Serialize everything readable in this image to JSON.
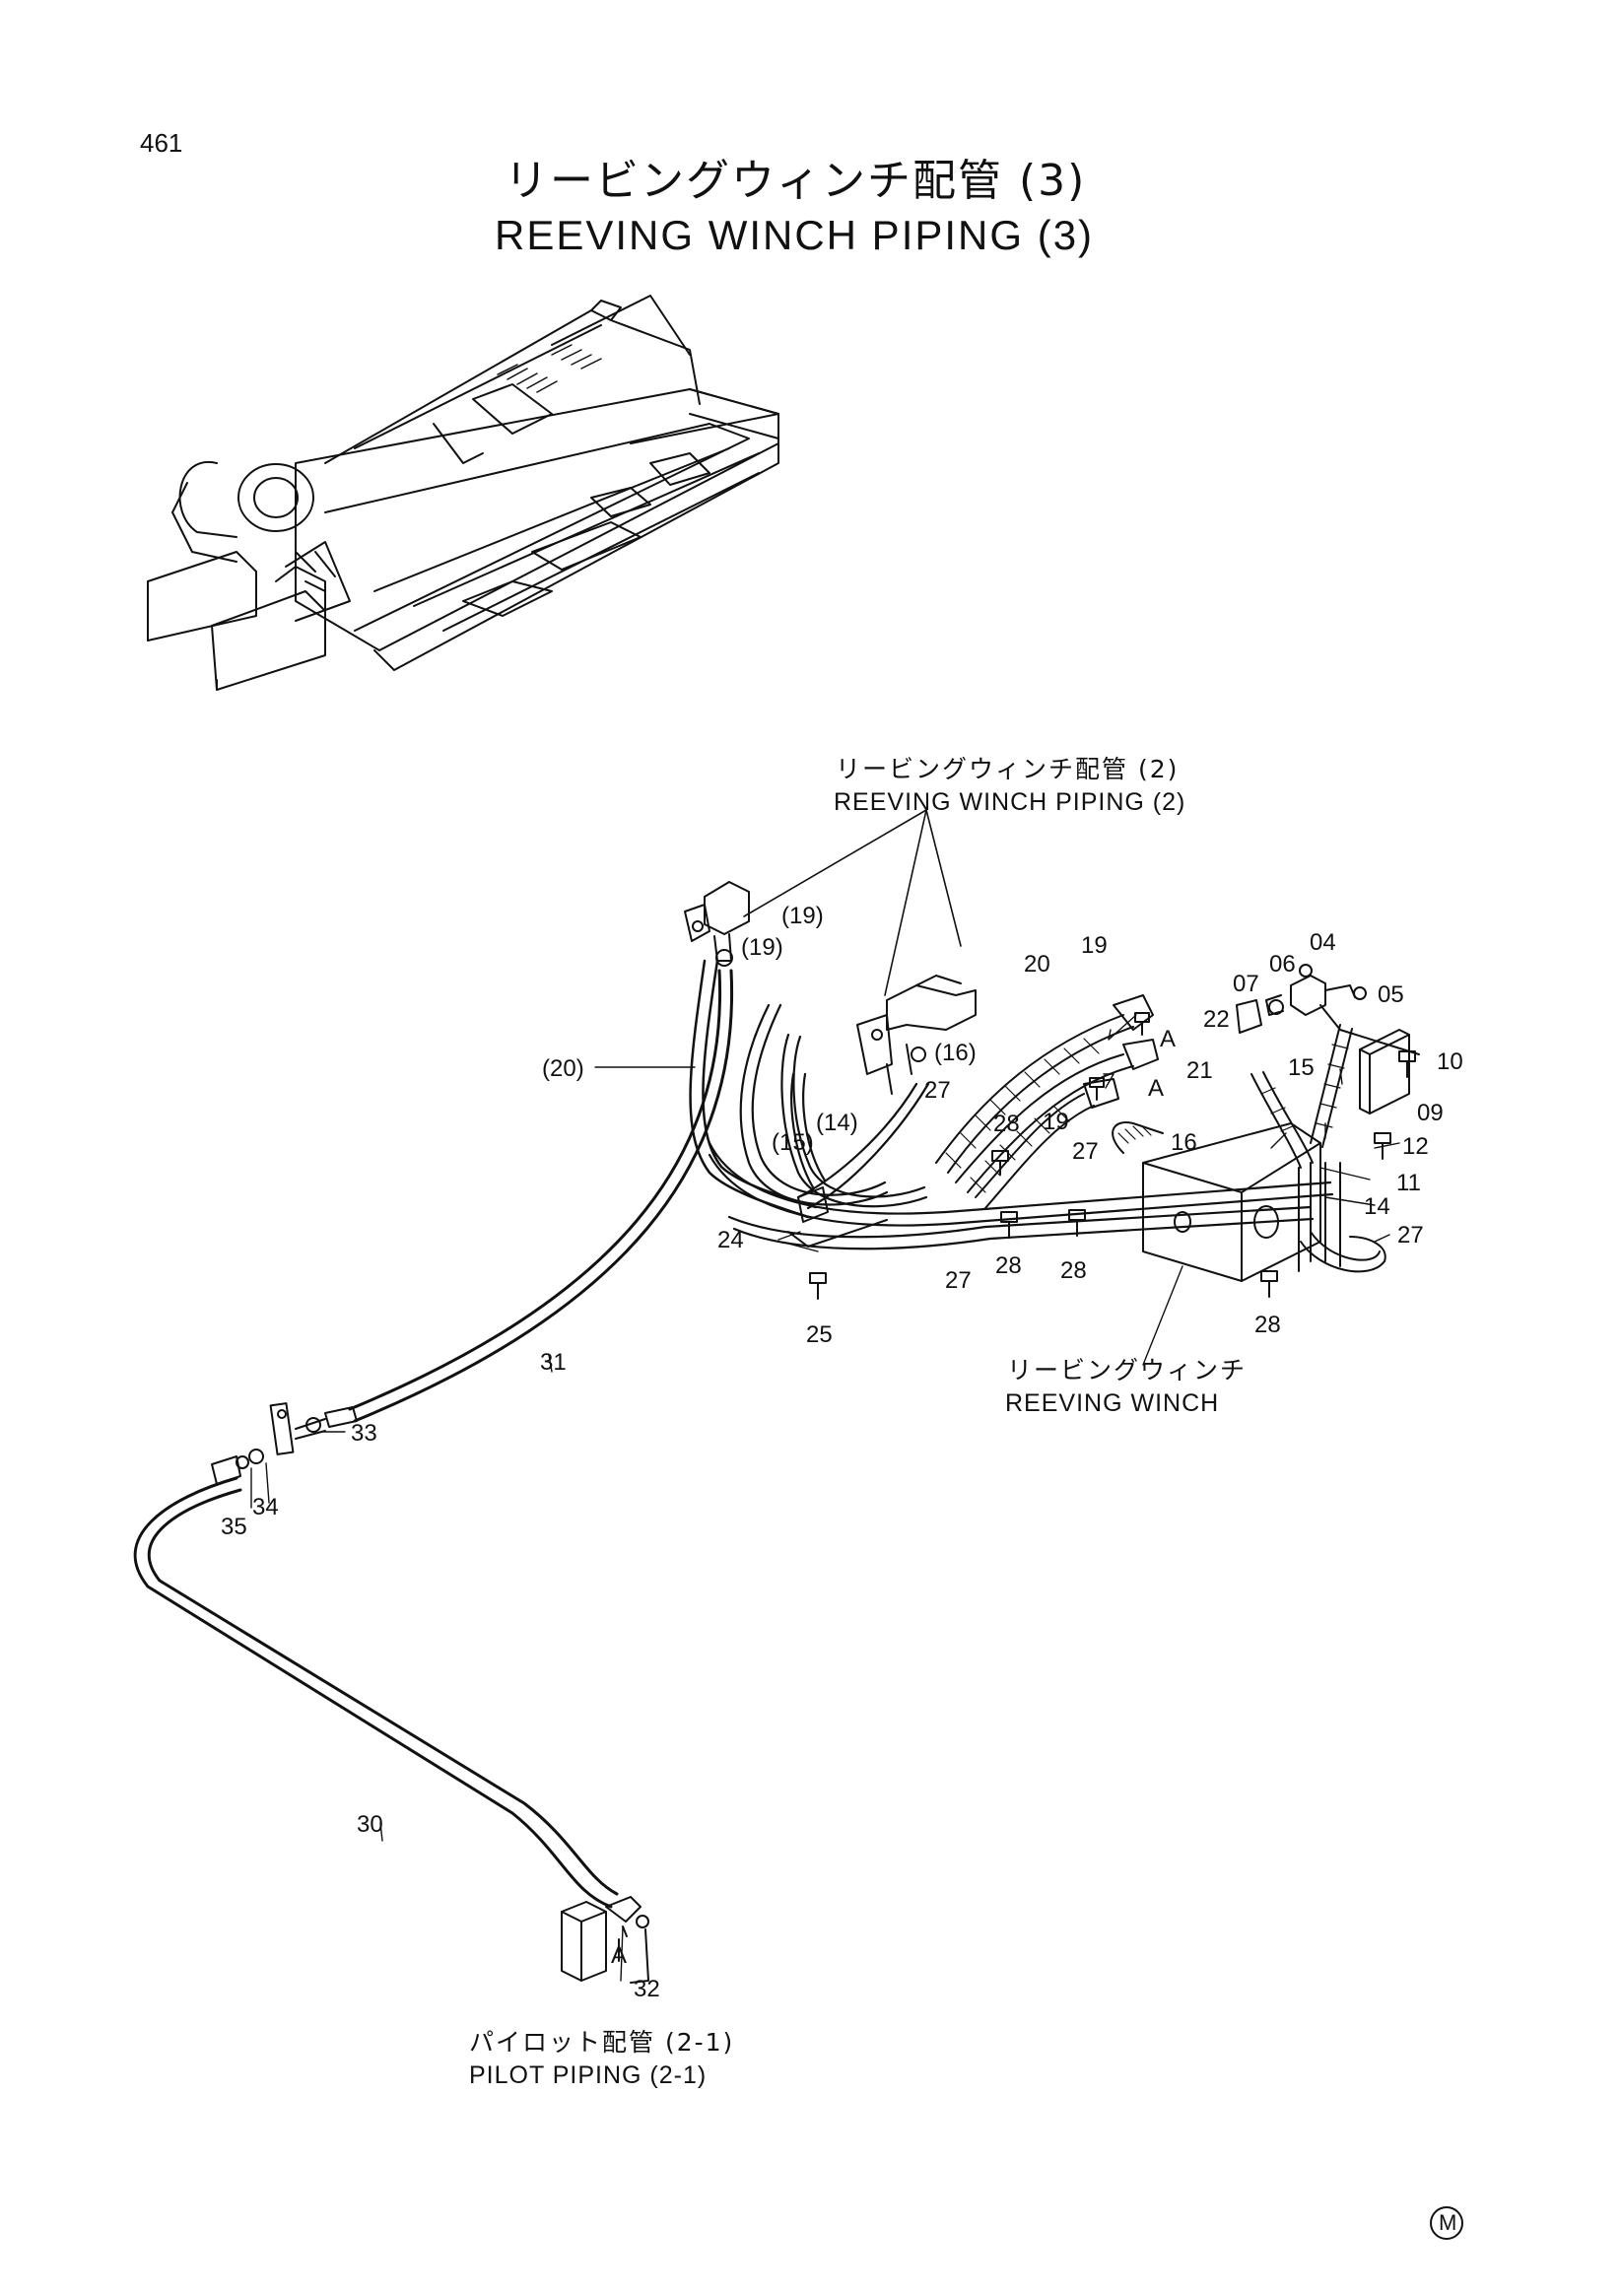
{
  "page_number": "461",
  "title": {
    "jp": "リービングウィンチ配管 (3)",
    "en": "REEVING WINCH PIPING (3)"
  },
  "notes": {
    "piping2_jp": "リービングウィンチ配管 (2)",
    "piping2_en": "REEVING WINCH PIPING (2)",
    "winch_jp": "リービングウィンチ",
    "winch_en": "REEVING WINCH",
    "pilot_jp": "パイロット配管 (2-1)",
    "pilot_en": "PILOT PIPING (2-1)"
  },
  "callouts": [
    {
      "id": "c19a",
      "label": "(19)"
    },
    {
      "id": "c19b",
      "label": "(19)"
    },
    {
      "id": "c20a",
      "label": "(20)"
    },
    {
      "id": "c16a",
      "label": "(16)"
    },
    {
      "id": "c15a",
      "label": "(15)"
    },
    {
      "id": "c14a",
      "label": "(14)"
    },
    {
      "id": "c27a",
      "label": "27"
    },
    {
      "id": "c20",
      "label": "20"
    },
    {
      "id": "c19c",
      "label": "19"
    },
    {
      "id": "c19d",
      "label": "19"
    },
    {
      "id": "c22",
      "label": "22"
    },
    {
      "id": "cA1",
      "label": "A"
    },
    {
      "id": "c21",
      "label": "21"
    },
    {
      "id": "cA2",
      "label": "A"
    },
    {
      "id": "c07",
      "label": "07"
    },
    {
      "id": "c06",
      "label": "06"
    },
    {
      "id": "c04",
      "label": "04"
    },
    {
      "id": "c05",
      "label": "05"
    },
    {
      "id": "c15",
      "label": "15"
    },
    {
      "id": "c10",
      "label": "10"
    },
    {
      "id": "c09",
      "label": "09"
    },
    {
      "id": "c12",
      "label": "12"
    },
    {
      "id": "c16",
      "label": "16"
    },
    {
      "id": "c11",
      "label": "11"
    },
    {
      "id": "c14",
      "label": "14"
    },
    {
      "id": "c27b",
      "label": "27"
    },
    {
      "id": "c27c",
      "label": "27"
    },
    {
      "id": "c27d",
      "label": "27"
    },
    {
      "id": "c28a",
      "label": "28"
    },
    {
      "id": "c28b",
      "label": "28"
    },
    {
      "id": "c28c",
      "label": "28"
    },
    {
      "id": "c28d",
      "label": "28"
    },
    {
      "id": "c24",
      "label": "24"
    },
    {
      "id": "c25",
      "label": "25"
    },
    {
      "id": "c31",
      "label": "31"
    },
    {
      "id": "c33",
      "label": "33"
    },
    {
      "id": "c34",
      "label": "34"
    },
    {
      "id": "c35",
      "label": "35"
    },
    {
      "id": "c30",
      "label": "30"
    },
    {
      "id": "cA3",
      "label": "A"
    },
    {
      "id": "c32",
      "label": "32"
    }
  ],
  "symbol": "M"
}
